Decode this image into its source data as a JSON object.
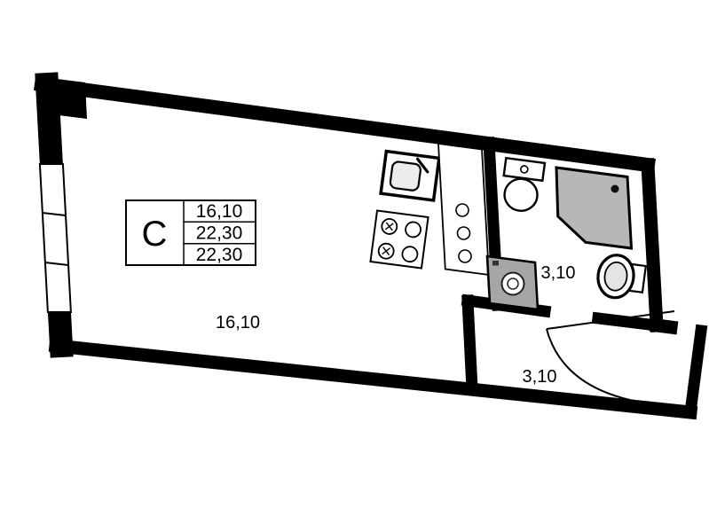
{
  "plan": {
    "background": "#ffffff",
    "wall_color": "#000000",
    "shower_fill": "#b7b7b7",
    "washer_fill": "#a6a6a6",
    "legend": {
      "type": "С",
      "rows": [
        "16,10",
        "22,30",
        "22,30"
      ]
    },
    "labels": {
      "living_area": "16,10",
      "bathroom_area": "3,10",
      "hallway_area": "3,10"
    }
  }
}
